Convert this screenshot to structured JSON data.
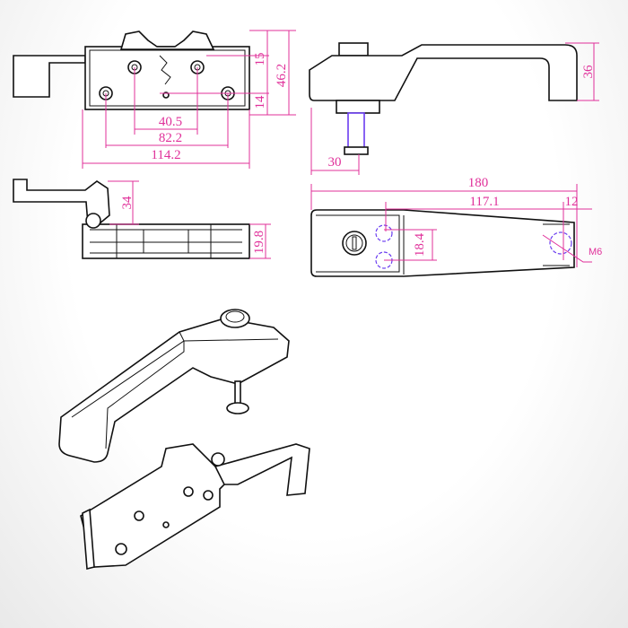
{
  "dimensions": {
    "top_view": {
      "d15": "15",
      "d46_2": "46.2",
      "d14": "14",
      "d40_5": "40.5",
      "d82_2": "82.2",
      "d114_2": "114.2"
    },
    "handle_side": {
      "d36": "36",
      "d30": "30"
    },
    "side_view": {
      "d34": "34",
      "d19_8": "19.8"
    },
    "handle_top": {
      "d180": "180",
      "d117_1": "117.1",
      "d12": "12",
      "d18_4": "18.4",
      "m6": "M6"
    }
  },
  "colors": {
    "dimension": "#e0309a",
    "hidden": "#6a3cf0",
    "outline": "#111111"
  }
}
